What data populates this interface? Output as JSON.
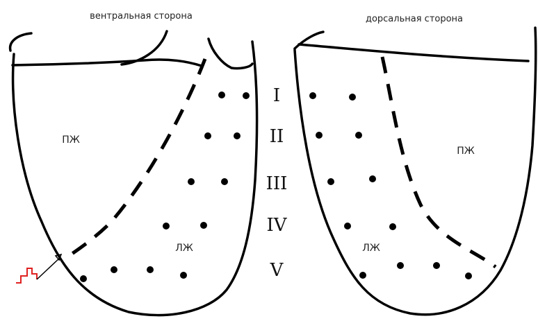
{
  "views": {
    "ventral": {
      "title": "вентральная сторона",
      "rv_label": "ПЖ",
      "lv_label": "ЛЖ"
    },
    "dorsal": {
      "title": "дорсальная сторона",
      "rv_label": "ПЖ",
      "lv_label": "ЛЖ"
    }
  },
  "levels": [
    "I",
    "II",
    "III",
    "IV",
    "V"
  ],
  "colors": {
    "outline": "#000000",
    "dots": "#000000",
    "electrode_signal": "#e02020"
  },
  "icons": {
    "electrode": "stimulating-electrode-icon"
  }
}
